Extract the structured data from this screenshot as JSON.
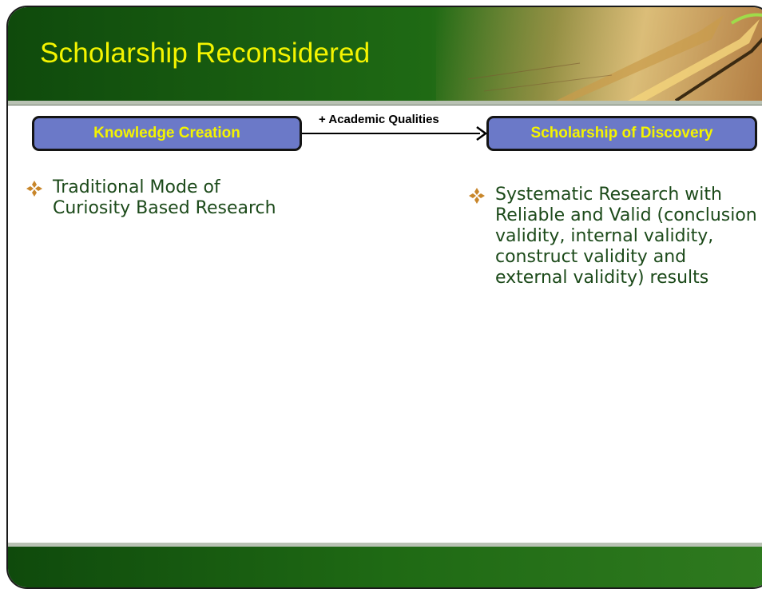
{
  "slide": {
    "title": "Scholarship Reconsidered",
    "left_box": "Knowledge Creation",
    "right_box": "Scholarship of Discovery",
    "arrow_label": "+ Academic Qualities",
    "left_bullets": [
      "Traditional Mode of Curiosity Based Research"
    ],
    "right_bullets": [
      "Systematic Research with Reliable and Valid (conclusion validity, internal validity, construct validity and external validity) results"
    ],
    "bullet_icon": "four-diamond-bullet-icon"
  },
  "colors": {
    "header_green": "#1f6a14",
    "title_yellow": "#f4f400",
    "box_blue": "#6b79c8",
    "body_text": "#1c4a1a",
    "bullet_orange": "#c8862a"
  }
}
